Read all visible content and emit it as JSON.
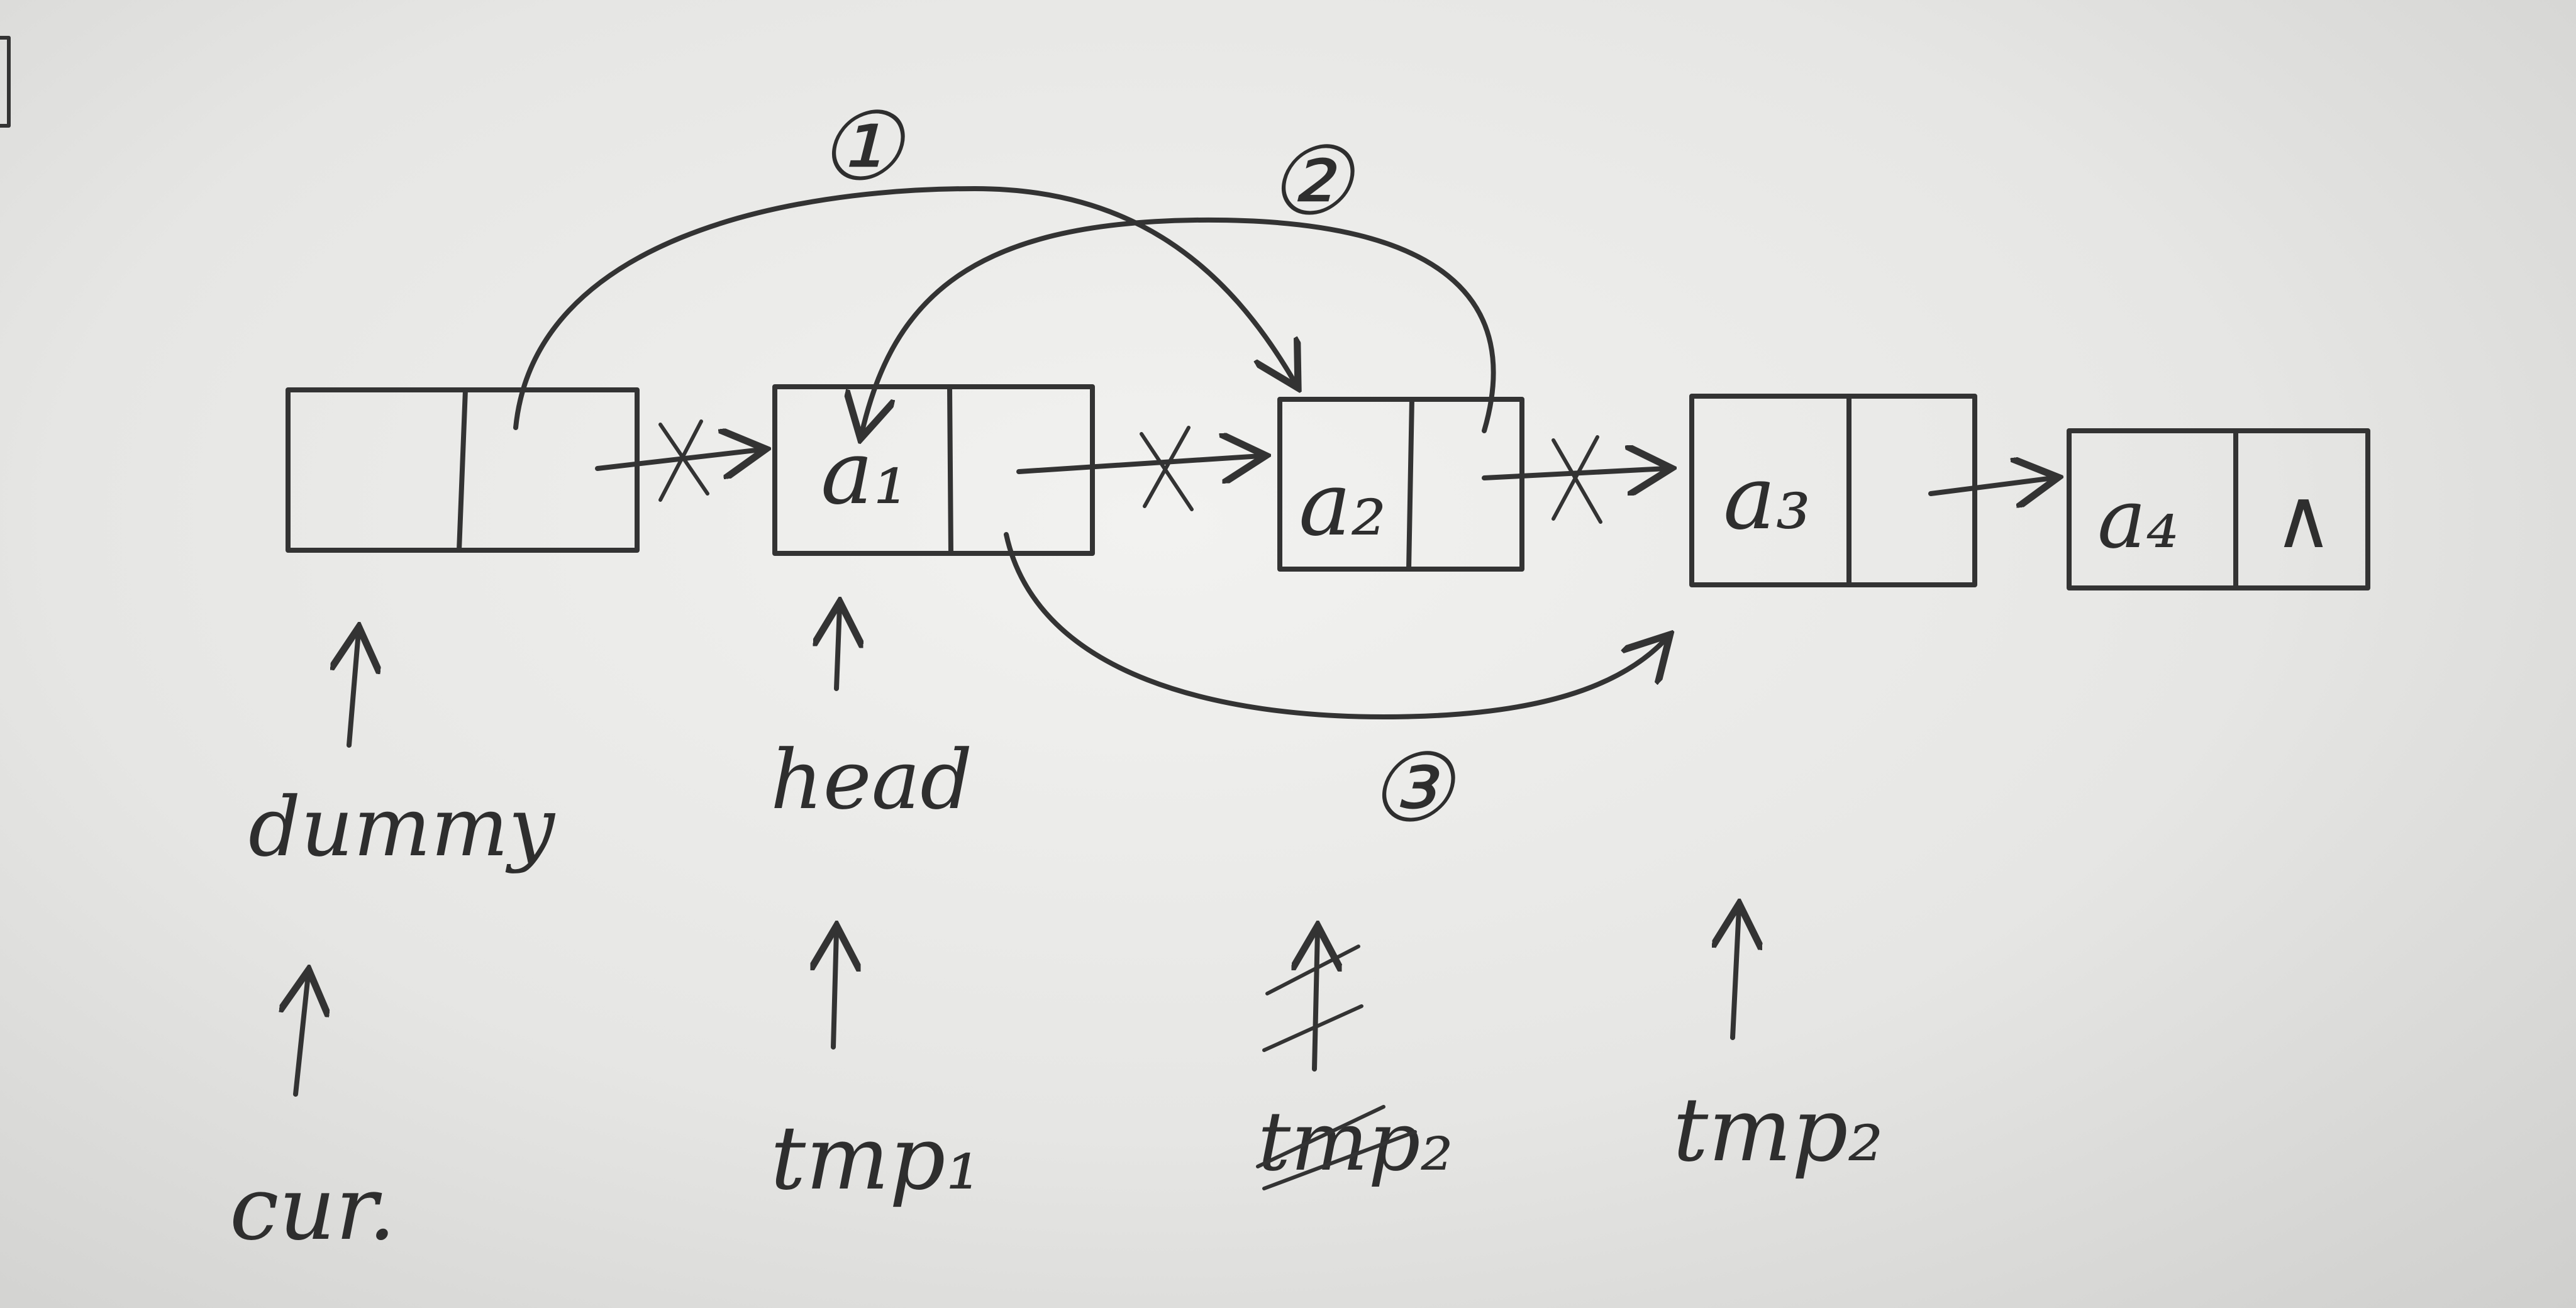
{
  "nodes": [
    {
      "id": "dummy-node",
      "value": "",
      "next": ""
    },
    {
      "id": "node-a1",
      "value": "a₁",
      "next": ""
    },
    {
      "id": "node-a2",
      "value": "a₂",
      "next": ""
    },
    {
      "id": "node-a3",
      "value": "a₃",
      "next": ""
    },
    {
      "id": "node-a4",
      "value": "a₄",
      "next": "∧"
    }
  ],
  "steps": {
    "step1": "①",
    "step2": "②",
    "step3": "③"
  },
  "pointers": {
    "dummy": "dummy",
    "head": "head",
    "cur": "cur.",
    "tmp1": "tmp₁",
    "tmp2_crossed": "tmp₂",
    "tmp2": "tmp₂"
  }
}
